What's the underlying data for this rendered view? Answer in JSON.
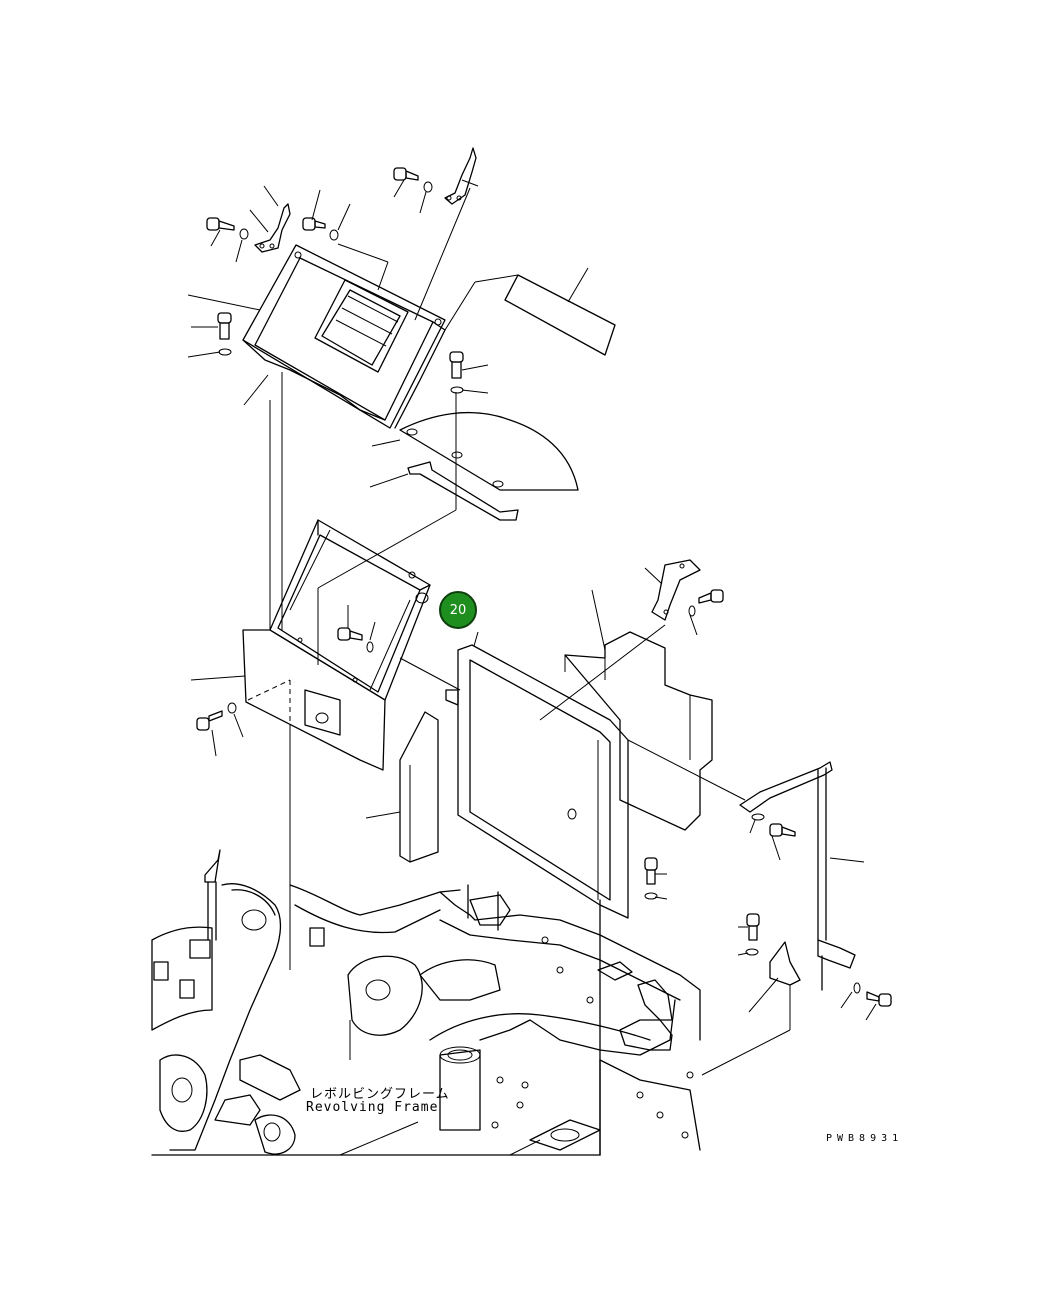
{
  "callout": {
    "number": "20",
    "color": "#1e8f1e"
  },
  "frame_label": {
    "japanese": "レボルビングフレーム",
    "english": "Revolving Frame"
  },
  "drawing_code": "PWB8931"
}
